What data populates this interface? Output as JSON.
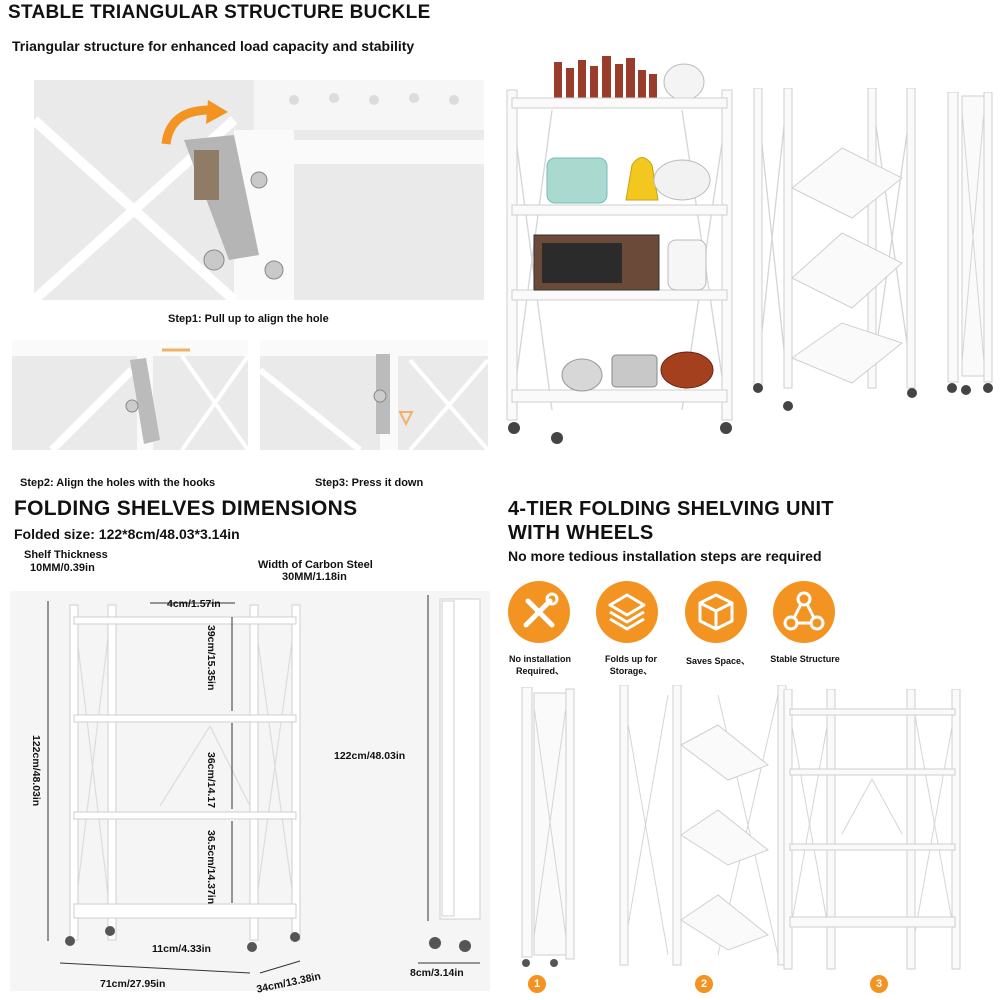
{
  "buckle": {
    "title": "STABLE TRIANGULAR STRUCTURE BUCKLE",
    "subtitle": "Triangular structure for enhanced load capacity and stability",
    "step1": "Step1: Pull up to align the hole",
    "step2": "Step2: Align the holes with the hooks",
    "step3": "Step3: Press it down"
  },
  "dimensions": {
    "title": "FOLDING SHELVES DIMENSIONS",
    "folded_size": "Folded size: 122*8cm/48.03*3.14in",
    "shelf_thickness_label": "Shelf Thickness",
    "shelf_thickness_value": "10MM/0.39in",
    "carbon_steel_label": "Width of Carbon Steel",
    "carbon_steel_value": "30MM/1.18in",
    "top_gap": "4cm/1.57in",
    "tier1": "39cm/15.35in",
    "tier2": "36cm/14.17",
    "tier3": "36.5cm/14.37in",
    "bottom_gap": "11cm/4.33in",
    "height": "122cm/48.03in",
    "width": "71cm/27.95in",
    "depth": "34cm/13.38in",
    "folded_height": "122cm/48.03in",
    "folded_depth": "8cm/3.14in"
  },
  "unit": {
    "title_line1": "4-TIER FOLDING SHELVING UNIT",
    "title_line2": "WITH WHEELS",
    "subtitle": "No more tedious installation steps are required",
    "features": [
      {
        "icon": "tools-icon",
        "label": "No installation Required、"
      },
      {
        "icon": "layers-icon",
        "label": "Folds up for Storage、"
      },
      {
        "icon": "box-icon",
        "label": "Saves Space、"
      },
      {
        "icon": "triangle-nodes-icon",
        "label": "Stable Structure"
      }
    ],
    "steps": [
      "1",
      "2",
      "3"
    ]
  },
  "colors": {
    "accent": "#f39322",
    "frame": "#ffffff",
    "photo_bg": "#e9e9e9"
  }
}
